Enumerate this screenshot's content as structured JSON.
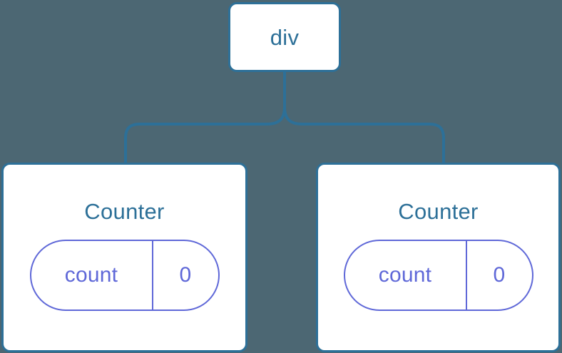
{
  "diagram": {
    "type": "component-tree",
    "background_color": "#4c6773",
    "node_border_color": "#2d7098",
    "node_text_color": "#2d7098",
    "pill_color": "#5f68d8",
    "connector_color": "#2d7098"
  },
  "root": {
    "label": "div"
  },
  "children": [
    {
      "label": "Counter",
      "state": {
        "key": "count",
        "value": "0"
      }
    },
    {
      "label": "Counter",
      "state": {
        "key": "count",
        "value": "0"
      }
    }
  ]
}
